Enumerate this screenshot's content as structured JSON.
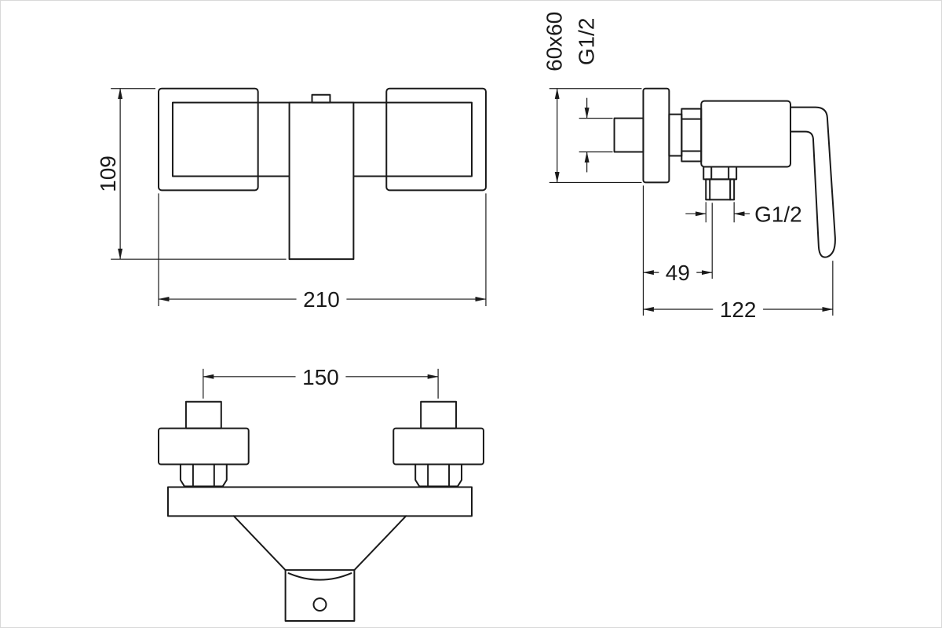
{
  "drawing": {
    "line_color": "#1a1a1a",
    "background": "#ffffff",
    "front_view": {
      "height": "109",
      "width": "210"
    },
    "side_view": {
      "flange_size": "60x60",
      "inlet_thread": "G1/2",
      "outlet_thread": "G1/2",
      "wall_to_outlet": "49",
      "total_depth": "122"
    },
    "bottom_view": {
      "mount_centers": "150"
    }
  }
}
